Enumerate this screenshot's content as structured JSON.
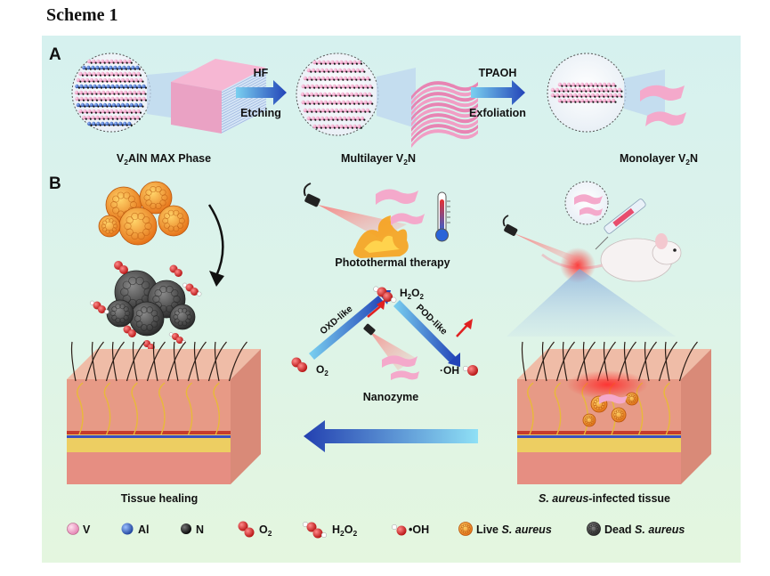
{
  "scheme_title": "Scheme 1",
  "panel_a": {
    "label": "A",
    "step1": {
      "top": "HF",
      "bottom": "Etching"
    },
    "step2": {
      "top": "TPAOH",
      "bottom": "Exfoliation"
    },
    "max_phase": {
      "prefix": "V",
      "sub": "2",
      "suffix": "AlN MAX Phase"
    },
    "multilayer": {
      "prefix": "Multilayer V",
      "sub": "2",
      "suffix": "N"
    },
    "monolayer": {
      "prefix": "Monolayer V",
      "sub": "2",
      "suffix": "N"
    }
  },
  "panel_b": {
    "label": "B",
    "photothermal": "Photothermal therapy",
    "oxd": "OXD-like",
    "pod": "POD-like",
    "o2": {
      "base": "O",
      "sub": "2"
    },
    "h2o2": {
      "a": "H",
      "b": "2",
      "c": "O",
      "d": "2"
    },
    "oh": "·OH",
    "nanozyme": "Nanozyme",
    "tissue_healing": "Tissue healing",
    "infected_tissue": {
      "italic": "S. aureus",
      "rest": "-infected tissue"
    }
  },
  "legend": {
    "v": "V",
    "al": "Al",
    "n": "N",
    "o2": {
      "base": "O",
      "sub": "2"
    },
    "h2o2": {
      "a": "H",
      "b": "2",
      "c": "O",
      "d": "2"
    },
    "oh": "•OH",
    "live": {
      "prefix": "Live ",
      "italic": "S. aureus"
    },
    "dead": {
      "prefix": "Dead ",
      "italic": "S. aureus"
    }
  },
  "colors": {
    "v_atom": "#f2a7c9",
    "al_atom": "#2e63c9",
    "n_atom": "#1a1a1a",
    "o_atom": "#d81f1f",
    "h_atom": "#ffffff",
    "arrow_blue": "#2f5fc8",
    "skin": "#e8a08a",
    "fat": "#e8c85a",
    "live_bacteria": "#f39a1e",
    "dead_bacteria": "#555555"
  }
}
